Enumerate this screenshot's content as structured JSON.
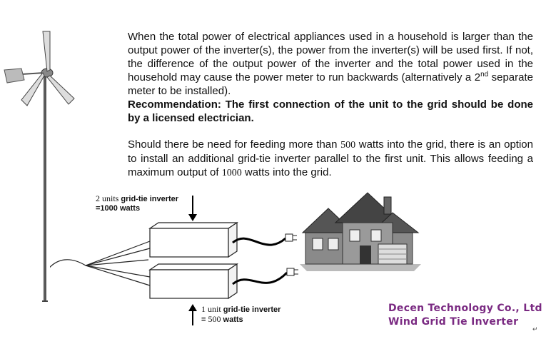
{
  "document": {
    "paragraph1": {
      "text_a": "When the total power of electrical appliances used in a household is larger than the output power of the inverter(s), the power from the inverter(s) will be used first. If not, the difference of the output power of the inverter and the total power used in the household may cause the power meter to run backwards (alternatively a 2",
      "sup": "nd",
      "text_b": " separate meter to be installed).",
      "recommendation": "Recommendation: The first connection of the unit to the grid should be done by a licensed electrician."
    },
    "paragraph2": {
      "text_a": "Should there be need for feeding more than ",
      "num_a": "500",
      "text_b": " watts into the grid, there is an option to install an additional grid-tie inverter parallel to the first unit. This allows feeding a maximum output of ",
      "num_b": "1000",
      "text_c": " watts into the grid."
    }
  },
  "diagram": {
    "top_label": {
      "count": "2 units",
      "name": " grid-tie inverter",
      "eq": "=1000 watts"
    },
    "bottom_label": {
      "count": "1 unit",
      "name": " grid-tie inverter",
      "eq_sign": "= ",
      "num": "500",
      "unit": " watts"
    }
  },
  "branding": {
    "company": "Decen Technology Co., Ltd",
    "product": "Wind Grid Tie Inverter",
    "color": "#7a2a82"
  },
  "marks": {
    "return": "↵"
  }
}
